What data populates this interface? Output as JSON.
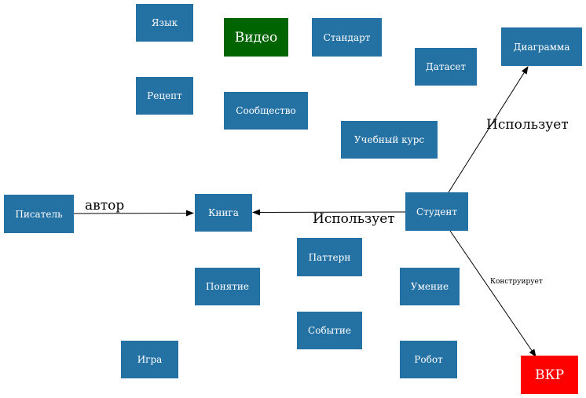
{
  "colors": {
    "default_node": "#2471a3",
    "video_node": "#006400",
    "vkr_node": "#ff0000",
    "edge": "#000000",
    "background": "#ffffff"
  },
  "nodes": {
    "language": "Язык",
    "video": "Видео",
    "standard": "Стандарт",
    "diagram": "Диаграмма",
    "dataset": "Датасет",
    "recipe": "Рецепт",
    "community": "Сообщество",
    "course": "Учебный курс",
    "writer": "Писатель",
    "book": "Книга",
    "student": "Студент",
    "pattern": "Паттерн",
    "concept": "Понятие",
    "skill": "Умение",
    "event": "Событие",
    "game": "Игра",
    "robot": "Робот",
    "vkr": "ВКР"
  },
  "edges": [
    {
      "from": "Писатель",
      "to": "Книга",
      "label": "автор"
    },
    {
      "from": "Студент",
      "to": "Книга",
      "label": "Использует"
    },
    {
      "from": "Студент",
      "to": "Диаграмма",
      "label": "Использует"
    },
    {
      "from": "Студент",
      "to": "ВКР",
      "label": "Конструирует"
    }
  ]
}
